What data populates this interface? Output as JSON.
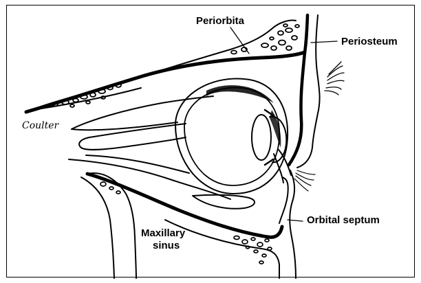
{
  "diagram": {
    "labels": {
      "periorbita": "Periorbita",
      "periosteum": "Periosteum",
      "orbital_septum": "Orbital septum",
      "maxillary_sinus_line1": "Maxillary",
      "maxillary_sinus_line2": "sinus"
    },
    "signature": "Coulter",
    "colors": {
      "line": "#000000",
      "background": "#ffffff"
    }
  }
}
